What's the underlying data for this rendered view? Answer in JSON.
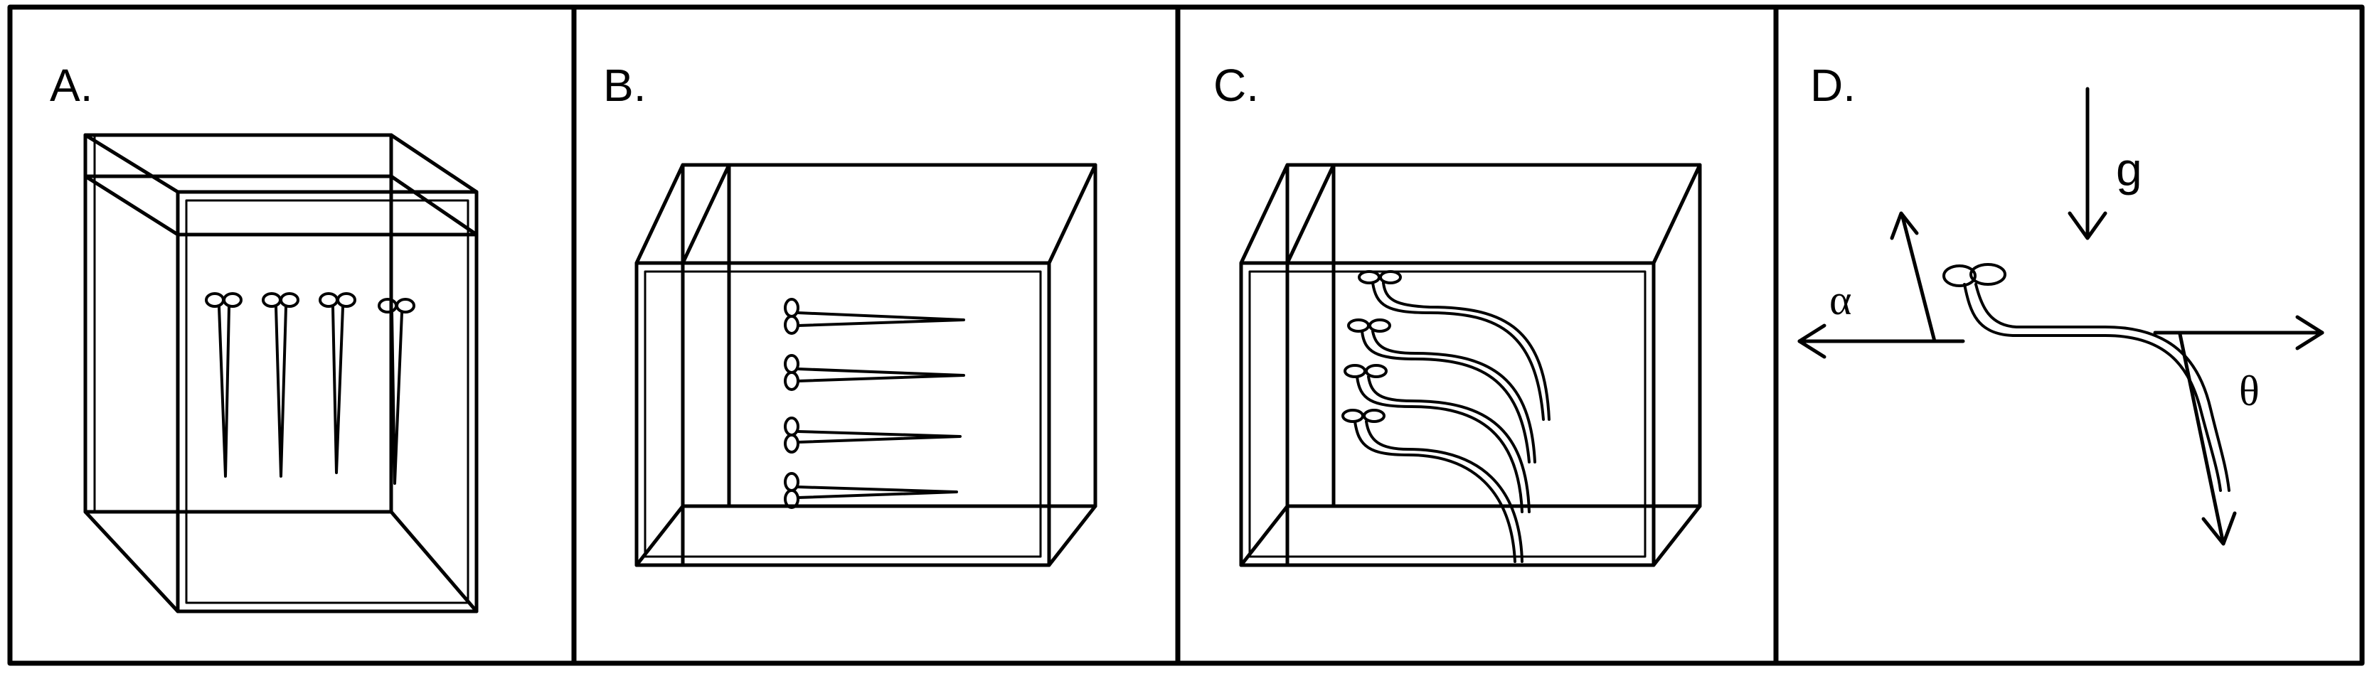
{
  "panels": [
    {
      "id": "A",
      "label": "A."
    },
    {
      "id": "B",
      "label": "B."
    },
    {
      "id": "C",
      "label": "C."
    },
    {
      "id": "D",
      "label": "D.",
      "symbols": {
        "gravity": "g",
        "alpha": "α",
        "theta": "θ"
      }
    }
  ]
}
